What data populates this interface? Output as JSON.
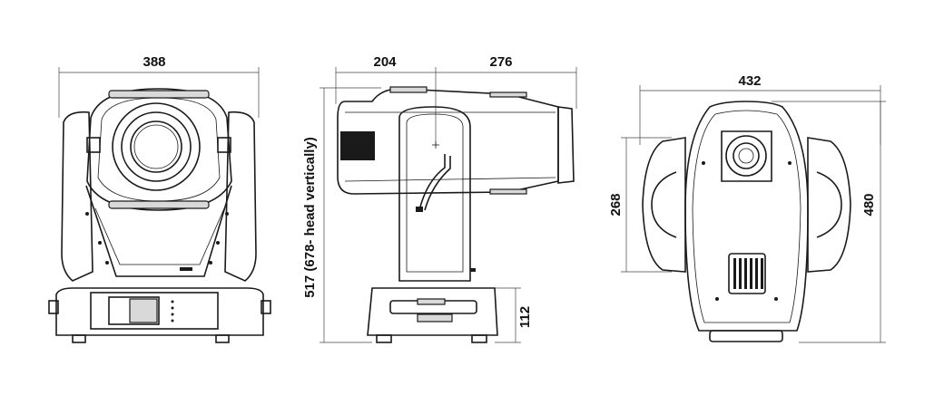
{
  "front_view": {
    "width_label": "388"
  },
  "side_view": {
    "head_depth_front_label": "204",
    "head_depth_back_label": "276",
    "height_label": "517 (678- head vertically)",
    "base_height_label": "112"
  },
  "top_view": {
    "width_label": "432",
    "inner_depth_label": "268",
    "depth_label": "480"
  }
}
